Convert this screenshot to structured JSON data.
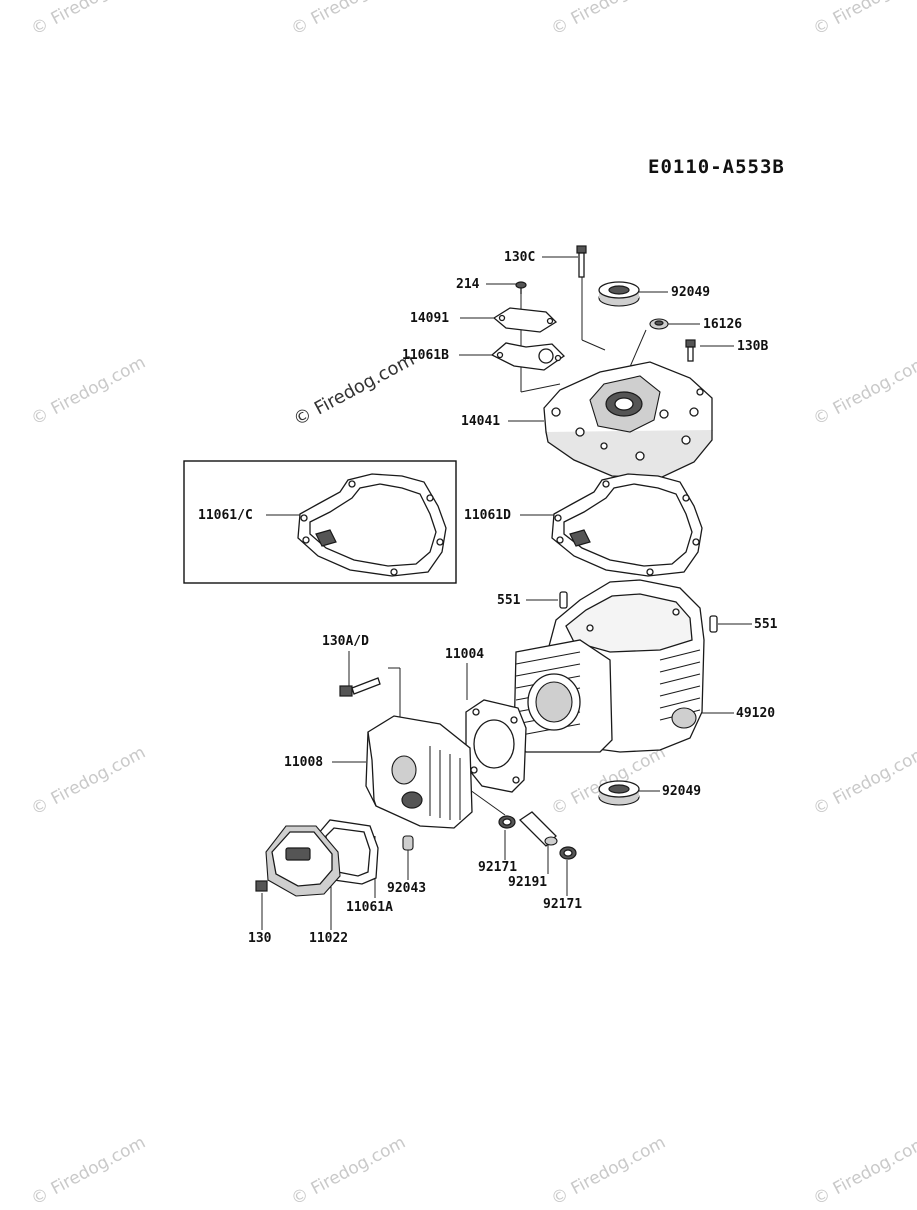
{
  "diagram_code": "E0110-A553B",
  "watermark": "© Firedog.com",
  "callouts": [
    {
      "id": "130c",
      "text": "130C"
    },
    {
      "id": "214",
      "text": "214"
    },
    {
      "id": "92049-top",
      "text": "92049"
    },
    {
      "id": "16126",
      "text": "16126"
    },
    {
      "id": "14091",
      "text": "14091"
    },
    {
      "id": "130b",
      "text": "130B"
    },
    {
      "id": "11061b",
      "text": "11061B"
    },
    {
      "id": "14041",
      "text": "14041"
    },
    {
      "id": "11061c",
      "text": "11061/C"
    },
    {
      "id": "11061d",
      "text": "11061D"
    },
    {
      "id": "551-left",
      "text": "551"
    },
    {
      "id": "551-right",
      "text": "551"
    },
    {
      "id": "130ad",
      "text": "130A/D"
    },
    {
      "id": "11004",
      "text": "11004"
    },
    {
      "id": "49120",
      "text": "49120"
    },
    {
      "id": "11008",
      "text": "11008"
    },
    {
      "id": "92049-bottom",
      "text": "92049"
    },
    {
      "id": "92171-left",
      "text": "92171"
    },
    {
      "id": "92191",
      "text": "92191"
    },
    {
      "id": "92043",
      "text": "92043"
    },
    {
      "id": "92171-right",
      "text": "92171"
    },
    {
      "id": "11061a",
      "text": "11061A"
    },
    {
      "id": "130",
      "text": "130"
    },
    {
      "id": "11022",
      "text": "11022"
    }
  ]
}
